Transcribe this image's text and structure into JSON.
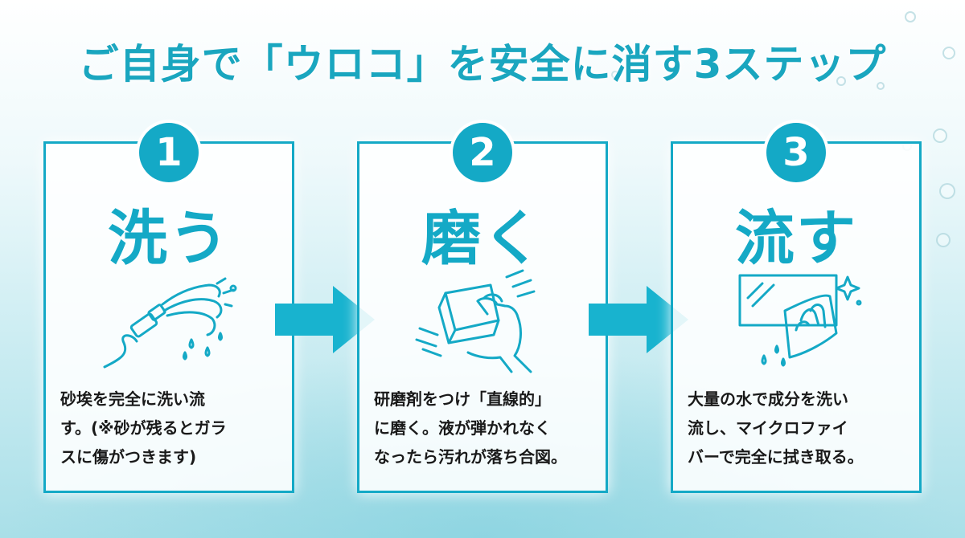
{
  "title": "ご自身で「ウロコ」を安全に消す3ステップ",
  "steps": [
    {
      "number": "1",
      "title": "洗う",
      "description": "砂埃を完全に洗い流\nす。(※砂が残るとガラ\nスに傷がつきます)",
      "icon": "hose-spray-icon"
    },
    {
      "number": "2",
      "title": "磨く",
      "description": "研磨剤をつけ「直線的」\nに磨く。液が弾かれなく\nなったら汚れが落ち合図。",
      "icon": "polishing-sponge-hand-icon"
    },
    {
      "number": "3",
      "title": "流す",
      "description": "大量の水で成分を洗い\n流し、マイクロファイ\nバーで完全に拭き取る。",
      "icon": "wiping-cloth-hand-icon"
    }
  ],
  "colors": {
    "accent": "#14a9c6",
    "text": "#1a1a1a"
  }
}
